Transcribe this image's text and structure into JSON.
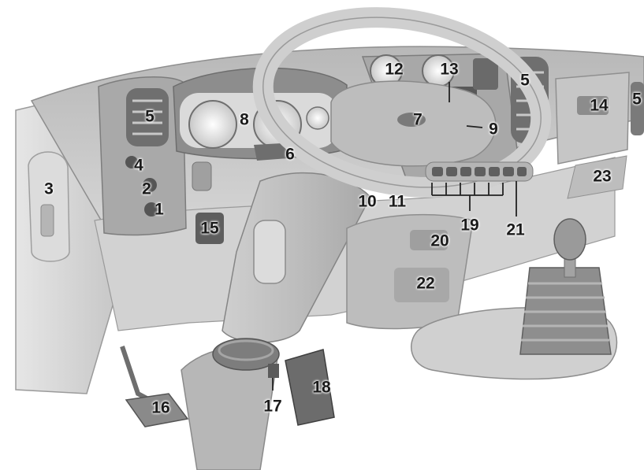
{
  "figure": {
    "description_alt": "",
    "callouts": [
      {
        "id": "c1",
        "label": "1"
      },
      {
        "id": "c2",
        "label": "2"
      },
      {
        "id": "c3",
        "label": "3"
      },
      {
        "id": "c4",
        "label": "4"
      },
      {
        "id": "c5a",
        "label": "5"
      },
      {
        "id": "c5b",
        "label": "5"
      },
      {
        "id": "c5c",
        "label": "5"
      },
      {
        "id": "c6",
        "label": "6"
      },
      {
        "id": "c7",
        "label": "7"
      },
      {
        "id": "c8",
        "label": "8"
      },
      {
        "id": "c9",
        "label": "9"
      },
      {
        "id": "c10",
        "label": "10"
      },
      {
        "id": "c11",
        "label": "11"
      },
      {
        "id": "c12",
        "label": "12"
      },
      {
        "id": "c13",
        "label": "13"
      },
      {
        "id": "c14",
        "label": "14"
      },
      {
        "id": "c15",
        "label": "15"
      },
      {
        "id": "c16",
        "label": "16"
      },
      {
        "id": "c17",
        "label": "17"
      },
      {
        "id": "c18",
        "label": "18"
      },
      {
        "id": "c19",
        "label": "19"
      },
      {
        "id": "c20",
        "label": "20"
      },
      {
        "id": "c21",
        "label": "21"
      },
      {
        "id": "c22",
        "label": "22"
      },
      {
        "id": "c23",
        "label": "23"
      }
    ],
    "colors": {
      "background": "#ffffff",
      "dashboard": "#c9c9c9",
      "dashboard_dark": "#9a9a9a",
      "callout_text": "#1a1a1a"
    }
  }
}
